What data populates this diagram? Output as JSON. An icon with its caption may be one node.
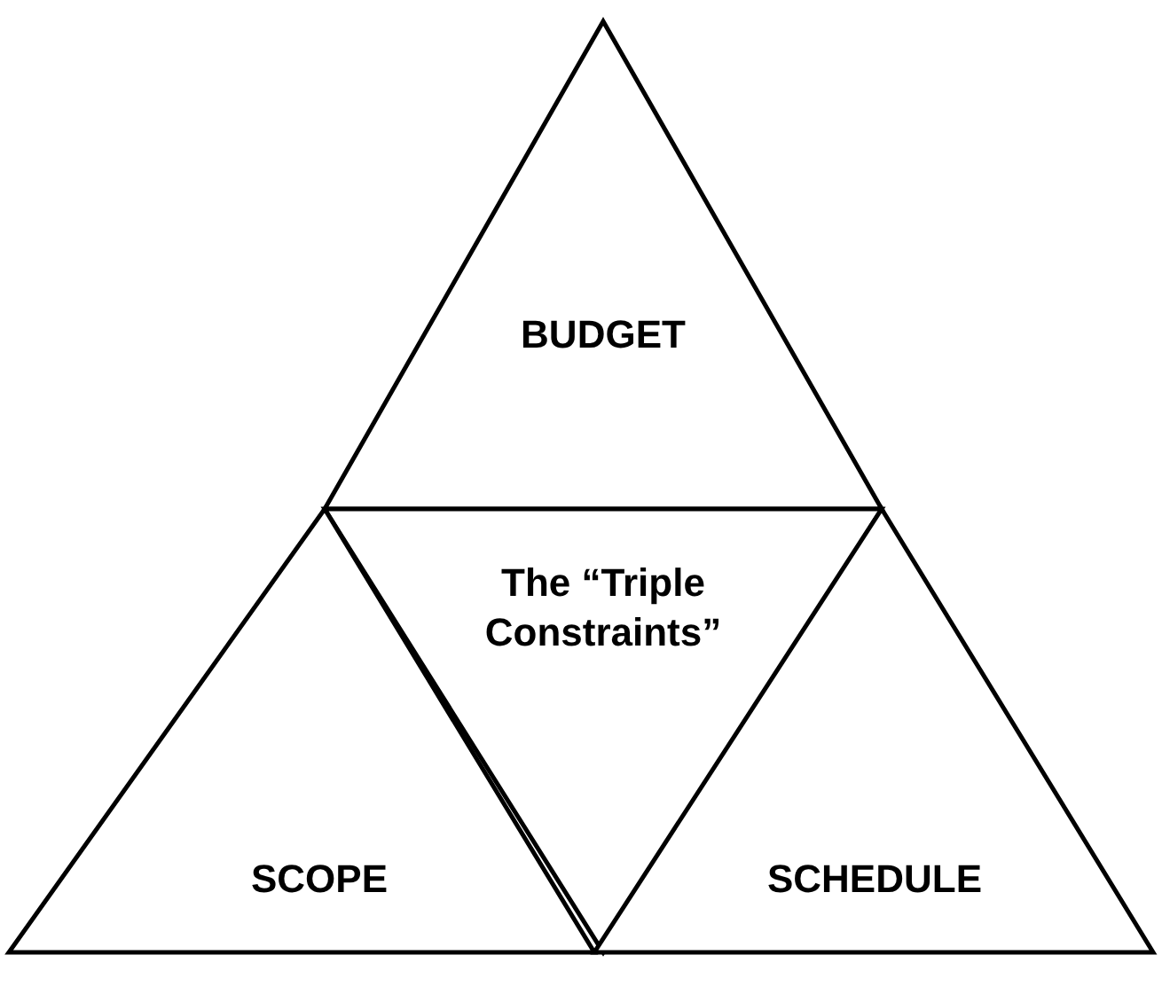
{
  "diagram": {
    "nodes": [
      {
        "text": [
          "BUDGET"
        ]
      },
      {
        "text": [
          "The “Triple Constraints”"
        ]
      },
      {
        "text": [
          "SCOPE"
        ]
      },
      {
        "text": [
          "SCHEDULE"
        ]
      }
    ]
  }
}
